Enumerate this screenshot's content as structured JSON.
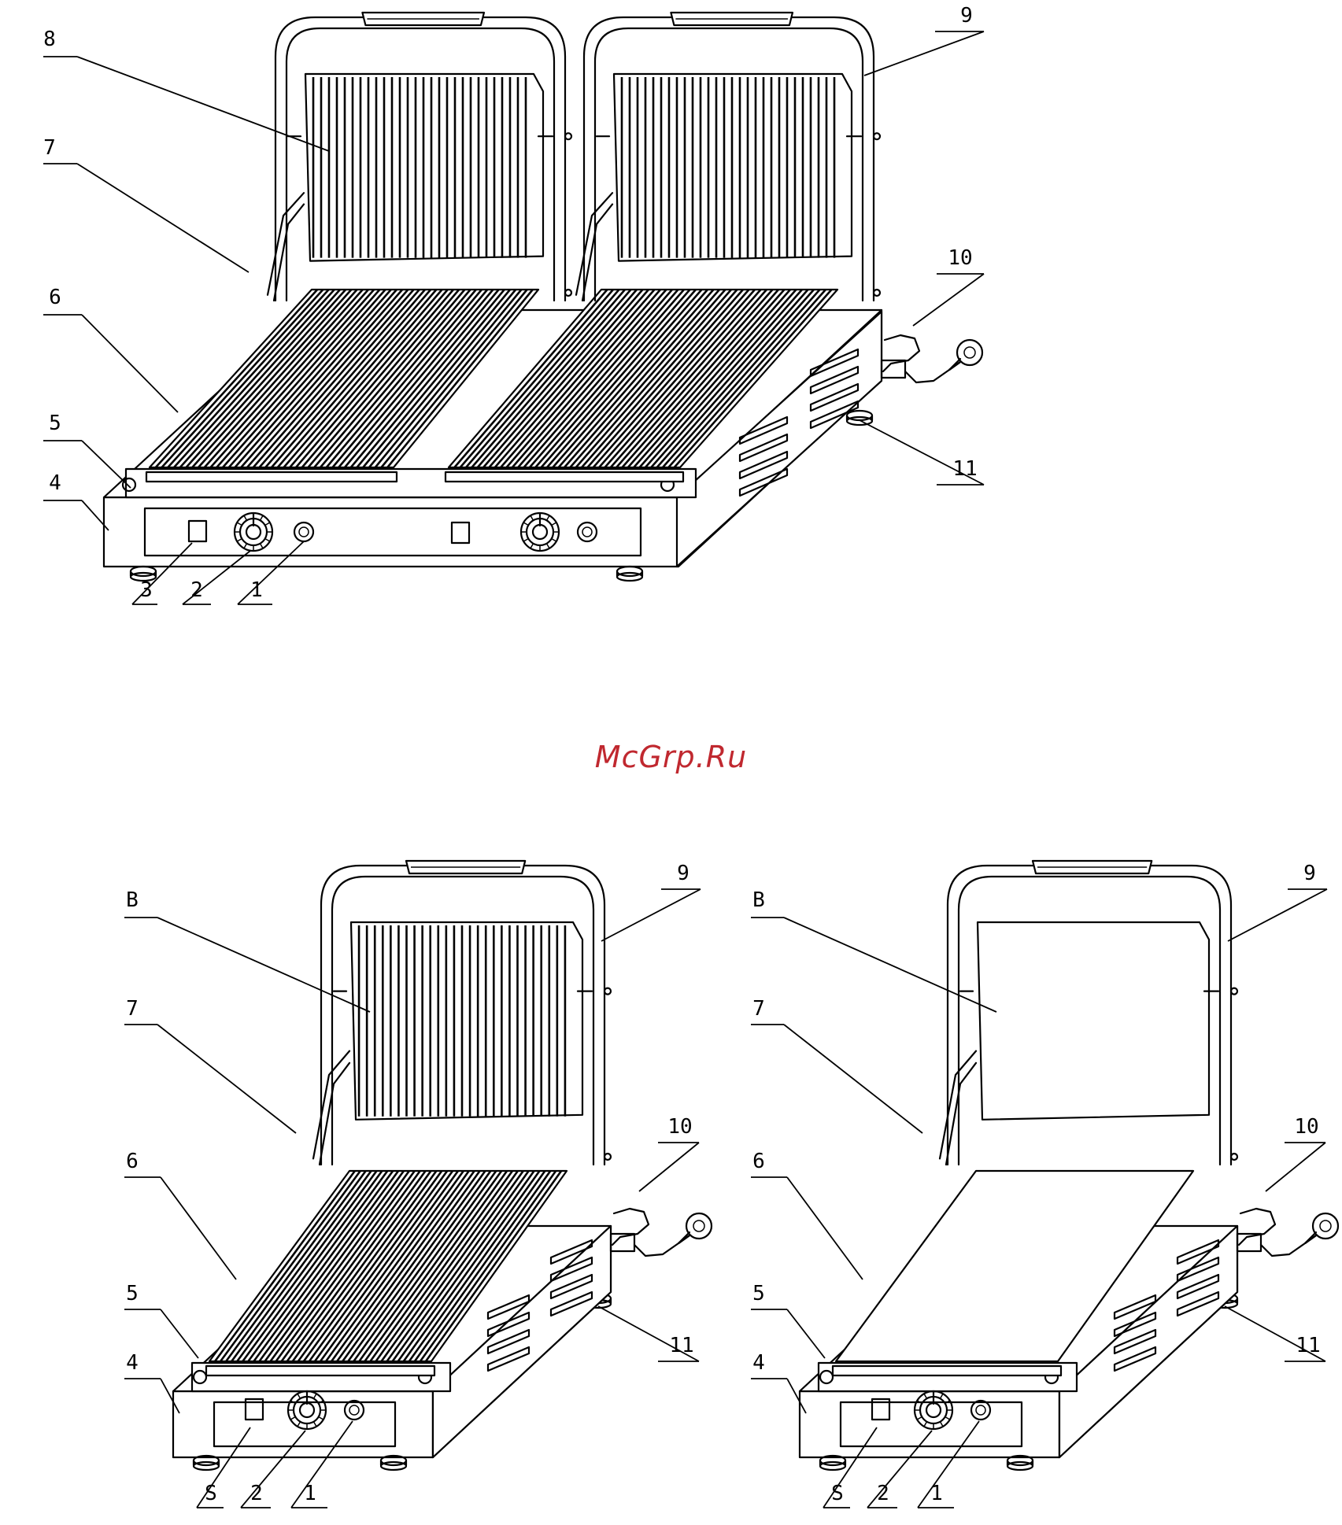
{
  "watermark": "McGrp.Ru",
  "colors": {
    "watermark": "#c0282f",
    "lines": "#000000",
    "background": "#ffffff"
  },
  "figures": [
    {
      "id": "double-ribbed-grill",
      "callouts": [
        "1",
        "2",
        "3",
        "4",
        "5",
        "6",
        "7",
        "8",
        "9",
        "10",
        "11"
      ]
    },
    {
      "id": "single-ribbed-grill",
      "callouts": [
        "1",
        "2",
        "S",
        "4",
        "5",
        "6",
        "7",
        "B",
        "9",
        "10",
        "11"
      ]
    },
    {
      "id": "single-flat-grill",
      "callouts": [
        "1",
        "2",
        "S",
        "4",
        "5",
        "6",
        "7",
        "B",
        "9",
        "10",
        "11"
      ]
    }
  ]
}
